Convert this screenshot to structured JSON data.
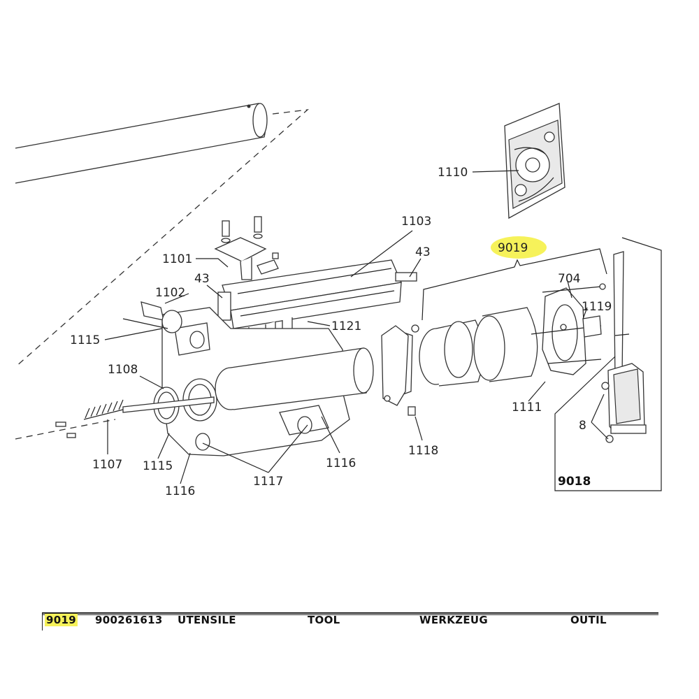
{
  "colors": {
    "highlight": "#f6f25a",
    "line": "#222222"
  },
  "callouts": [
    {
      "id": "1110",
      "text": "1110"
    },
    {
      "id": "1103",
      "text": "1103"
    },
    {
      "id": "9019",
      "text": "9019"
    },
    {
      "id": "43a",
      "text": "43"
    },
    {
      "id": "1101",
      "text": "1101"
    },
    {
      "id": "43b",
      "text": "43"
    },
    {
      "id": "704",
      "text": "704"
    },
    {
      "id": "1102",
      "text": "1102"
    },
    {
      "id": "1119",
      "text": "1119"
    },
    {
      "id": "1121",
      "text": "1121"
    },
    {
      "id": "1115a",
      "text": "1115"
    },
    {
      "id": "1108",
      "text": "1108"
    },
    {
      "id": "1111",
      "text": "1111"
    },
    {
      "id": "8",
      "text": "8"
    },
    {
      "id": "1118",
      "text": "1118"
    },
    {
      "id": "1107",
      "text": "1107"
    },
    {
      "id": "1116a",
      "text": "1116"
    },
    {
      "id": "1115b",
      "text": "1115"
    },
    {
      "id": "1117",
      "text": "1117"
    },
    {
      "id": "9018",
      "text": "9018"
    },
    {
      "id": "1116b",
      "text": "1116"
    }
  ],
  "parts_table": {
    "row": {
      "item": "9019",
      "part_number": "900261613",
      "it": "UTENSILE",
      "en": "TOOL",
      "de": "WERKZEUG",
      "fr": "OUTIL"
    }
  }
}
